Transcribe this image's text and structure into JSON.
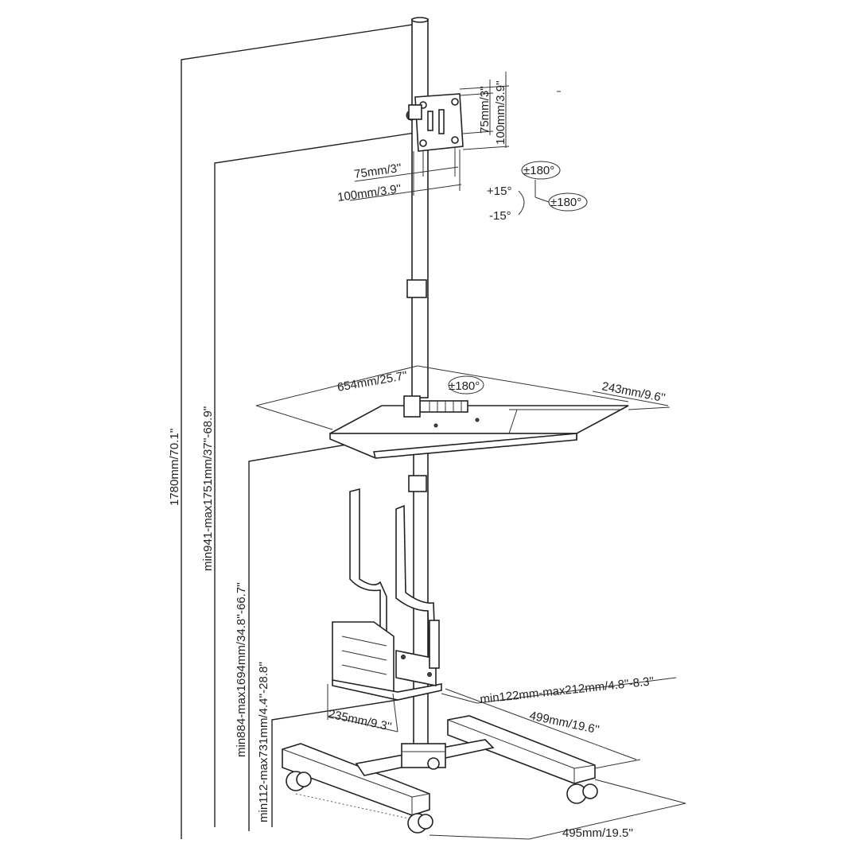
{
  "dimensions": {
    "vesa_75_v": "75mm/3''",
    "vesa_100_v": "100mm/3.9''",
    "vesa_75_h": "75mm/3''",
    "vesa_100_h": "100mm/3.9''",
    "rotate_top": "±180°",
    "tilt_up": "+15°",
    "tilt_down": "-15°",
    "swivel": "±180°",
    "shelf_width": "654mm/25.7''",
    "shelf_rotate": "±180°",
    "shelf_depth": "243mm/9.6''",
    "total_height": "1780mm/70.1''",
    "monitor_height": "min941-max1751mm/37''-68.9''",
    "shelf_height": "min884-max1694mm/34.8''-66.7''",
    "cpu_height": "min112-max731mm/4.4''-28.8''",
    "cpu_holder_width": "min122mm-max212mm/4.8''-8.3''",
    "cpu_holder_depth": "235mm/9.3''",
    "base_depth": "499mm/19.6''",
    "base_width": "495mm/19.5''"
  }
}
